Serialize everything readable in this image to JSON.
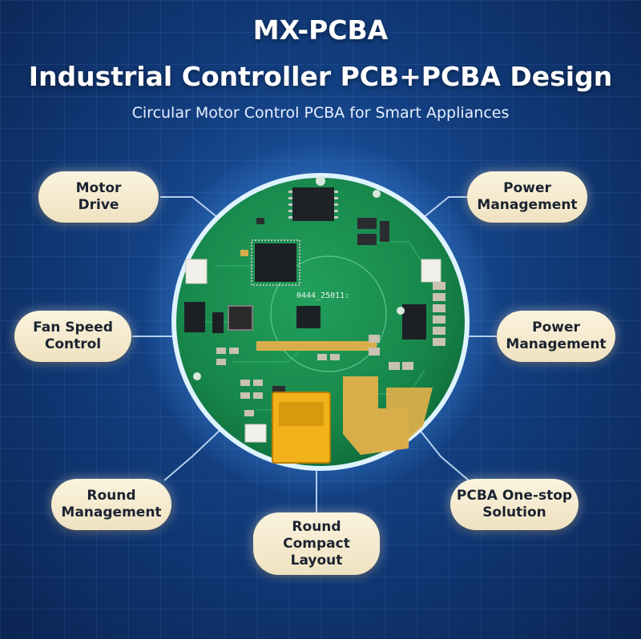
{
  "header": {
    "brand": "MX-PCBA",
    "headline": "Industrial Controller PCB+PCBA Design",
    "subtitle": "Circular Motor Control PCBA for Smart Appliances"
  },
  "board": {
    "marking": "0444_25011:"
  },
  "labels": {
    "motor_drive": "Motor\nDrive",
    "power_management_top": "Power\nManagement",
    "fan_speed_control": "Fan Speed\nControl",
    "power_management_mid": "Power\nManagement",
    "round_management": "Round\nManagement",
    "pcba_one_stop": "PCBA One-stop\nSolution",
    "round_compact_layout": "Round\nCompact\nLayout"
  },
  "colors": {
    "background": "#123d7e",
    "pcb_green": "#17864a",
    "label_fill": "#f5ead0",
    "gold": "#d9ae4a",
    "connector_yellow": "#f2b21c"
  }
}
